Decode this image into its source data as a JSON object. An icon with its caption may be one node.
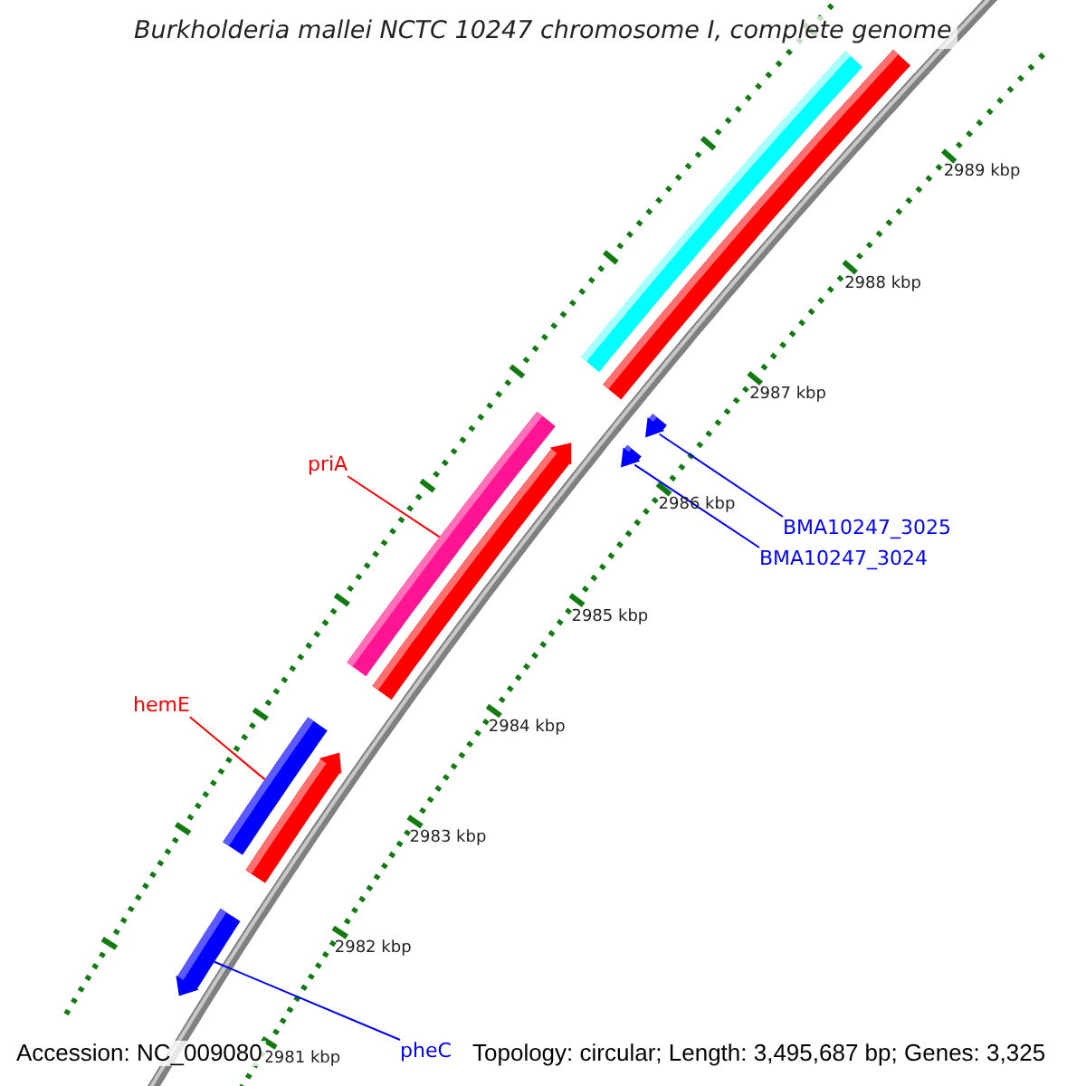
{
  "diagram": {
    "title": "Burkholderia mallei NCTC 10247 chromosome I, complete genome",
    "nodes": [
      {
        "text": [
          "priA"
        ]
      },
      {
        "text": [
          "hemE"
        ]
      },
      {
        "text": [
          "BMA10247_3025"
        ]
      },
      {
        "text": [
          "BMA10247_3024"
        ]
      },
      {
        "text": [
          "pheC"
        ]
      },
      {
        "text": [],
        "shape": "bar"
      },
      {
        "text": [],
        "shape": "bar"
      },
      {
        "text": [],
        "shape": "bar"
      },
      {
        "text": [],
        "shape": "bar"
      },
      {
        "text": [],
        "shape": "bar"
      },
      {
        "text": [],
        "shape": "bar"
      },
      {
        "text": [],
        "shape": "bar"
      },
      {
        "text": [],
        "shape": "bar"
      },
      {
        "text": [],
        "shape": "bar"
      }
    ],
    "edges": [
      {
        "from": 0,
        "to": 8,
        "arrow": "none",
        "color": "#ff0000"
      },
      {
        "from": 1,
        "to": 6,
        "arrow": "none",
        "color": "#ff0000"
      },
      {
        "from": 2,
        "to": 13,
        "arrow": "none"
      },
      {
        "from": 3,
        "to": 12,
        "arrow": "none"
      },
      {
        "from": 4,
        "to": 5,
        "arrow": "none"
      }
    ],
    "labels": [
      "2989 kbp",
      "2988 kbp",
      "2987 kbp",
      "2986 kbp",
      "2985 kbp",
      "2984 kbp",
      "2983 kbp",
      "2982 kbp",
      "2981 kbp",
      "Accession: NC_009080",
      "Topology: circular; Length: 3,495,687 bp; Genes: 3,325"
    ]
  }
}
